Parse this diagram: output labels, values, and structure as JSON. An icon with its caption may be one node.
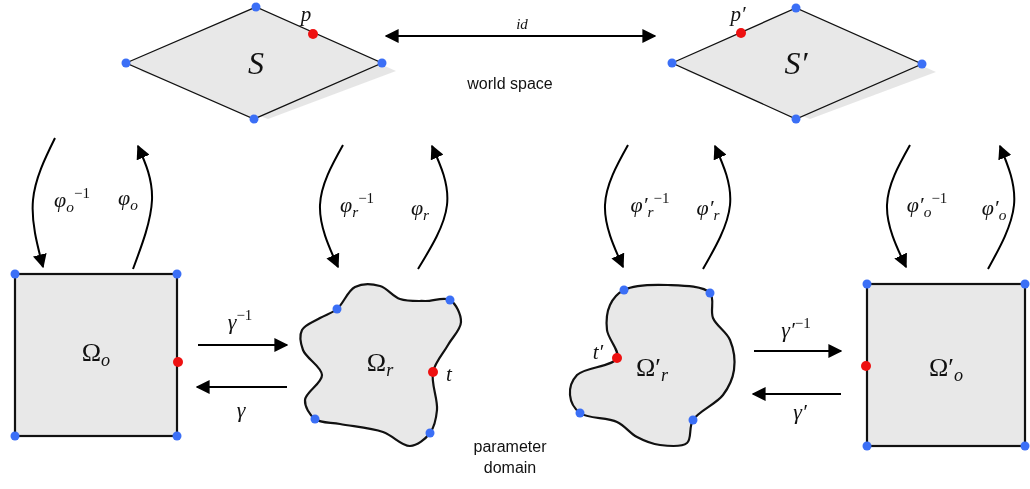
{
  "diagram": {
    "nodes": [
      {
        "text": [
          "S"
        ],
        "beside": [
          "p"
        ]
      },
      {
        "text": [
          "S′"
        ],
        "beside": [
          "p′"
        ]
      },
      {
        "text": [
          "Ω$_{o}$"
        ]
      },
      {
        "text": [
          "Ω$_{r}$"
        ],
        "beside": [
          "t"
        ]
      },
      {
        "text": [
          "Ω′$_{r}$"
        ],
        "beside": [
          "t′"
        ]
      },
      {
        "text": [
          "Ω′$_{o}$"
        ]
      }
    ],
    "edges": [
      {
        "from": 0,
        "to": 1,
        "arrow": "both",
        "label": "id"
      },
      {
        "from": null,
        "to": 2,
        "arrow": "to",
        "label": "φ$_{o}$$^{−1}$"
      },
      {
        "from": 2,
        "to": null,
        "arrow": "to",
        "label": "φ$_{o}$"
      },
      {
        "from": null,
        "to": 3,
        "arrow": "to",
        "label": "φ$_{r}$$^{−1}$"
      },
      {
        "from": 3,
        "to": null,
        "arrow": "to",
        "label": "φ$_{r}$"
      },
      {
        "from": null,
        "to": 4,
        "arrow": "to",
        "label": "φ′$_{r}$$^{−1}$"
      },
      {
        "from": 4,
        "to": null,
        "arrow": "to",
        "label": "φ′$_{r}$"
      },
      {
        "from": null,
        "to": 5,
        "arrow": "to",
        "label": "φ′$_{o}$$^{−1}$"
      },
      {
        "from": 5,
        "to": null,
        "arrow": "to",
        "label": "φ′$_{o}$"
      },
      {
        "from": 2,
        "to": 3,
        "arrow": "to",
        "label": "γ$^{−1}$"
      },
      {
        "from": 3,
        "to": 2,
        "arrow": "to",
        "label": "γ"
      },
      {
        "from": 4,
        "to": 5,
        "arrow": "to",
        "label": "γ′$^{−1}$"
      },
      {
        "from": 5,
        "to": 4,
        "arrow": "to",
        "label": "γ′"
      }
    ],
    "labels": [
      "world space",
      "parameter domain"
    ]
  }
}
